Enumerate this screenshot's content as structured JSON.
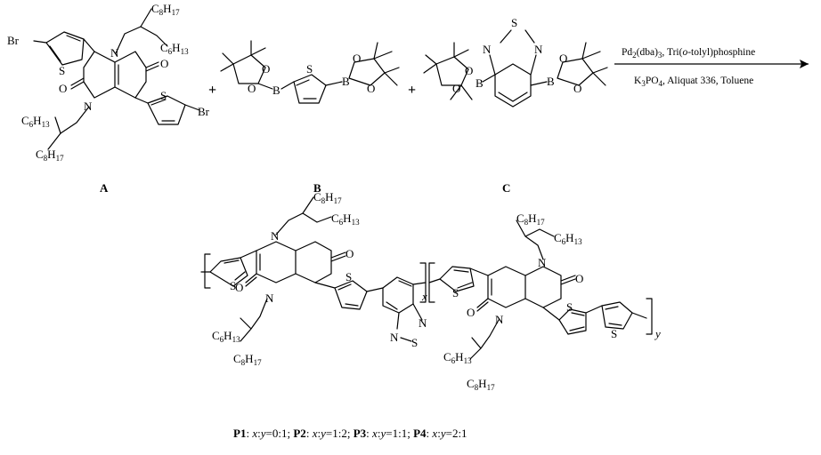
{
  "scheme": {
    "reactant_labels": [
      "A",
      "B",
      "C"
    ],
    "plus_sign": "+",
    "conditions": {
      "line1": {
        "pd": "Pd",
        "pd_sub1": "2",
        "dba": "(dba)",
        "pd_sub2": "3",
        "sep": ", Tri(",
        "otolyl_o": "o",
        "rest": "-tolyl)phosphine"
      },
      "line2": {
        "k": "K",
        "k_sub": "3",
        "po": "PO",
        "po_sub": "4",
        "rest": ", Aliquat 336, Toluene"
      }
    },
    "atoms": {
      "Br": "Br",
      "S": "S",
      "N": "N",
      "O": "O",
      "B": "B",
      "C": "C",
      "H": "H",
      "c8": "8",
      "h17": "17",
      "c6": "6",
      "h13": "13",
      "x": "x",
      "y": "y"
    },
    "caption": [
      {
        "label": "P1",
        "ratio": "0:1"
      },
      {
        "label": "P2",
        "ratio": "1:2"
      },
      {
        "label": "P3",
        "ratio": "1:1"
      },
      {
        "label": "P4",
        "ratio": "2:1"
      }
    ],
    "caption_text": {
      "x": "x",
      "colon": ":",
      "y": "y",
      "eq": "=",
      "sep": "; "
    }
  }
}
